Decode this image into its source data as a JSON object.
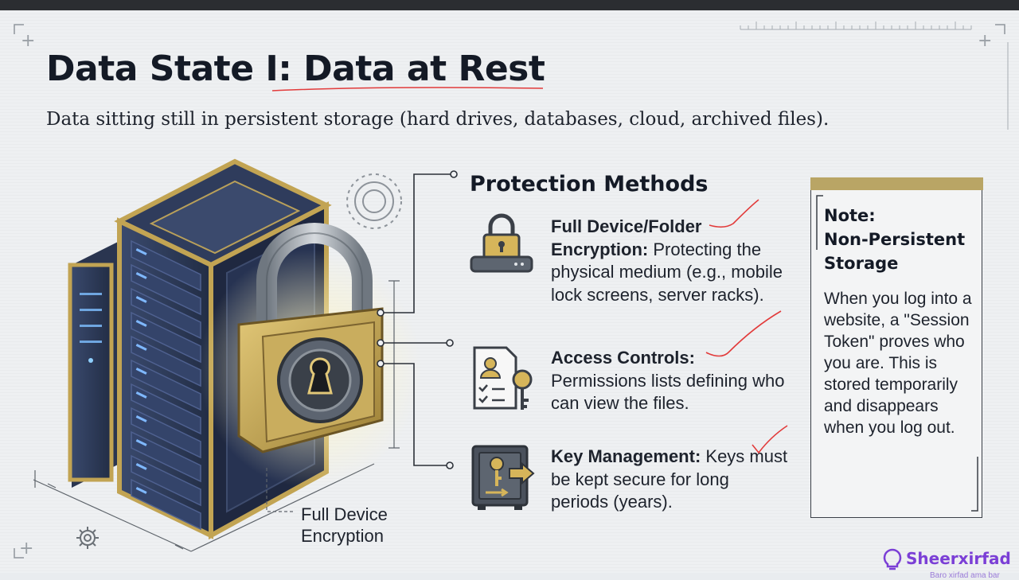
{
  "slide": {
    "title": "Data State I: Data at Rest",
    "subtitle": "Data sitting still in persistent storage (hard drives, databases, cloud, archived files).",
    "illustration_caption": [
      "Full Device",
      "Encryption"
    ]
  },
  "protection": {
    "title": "Protection Methods",
    "methods": [
      {
        "icon": "padlock-drive-icon",
        "heading_lines": [
          "Full Device/Folder",
          "Encryption:"
        ],
        "text": " Protecting the physical medium (e.g., mobile lock screens, server racks)."
      },
      {
        "icon": "checklist-key-icon",
        "heading_lines": [
          "Access Controls:"
        ],
        "text": " Permissions lists defining who can view the files."
      },
      {
        "icon": "safe-key-icon",
        "heading_lines": [
          "Key Management:"
        ],
        "text": " Keys must be kept secure for long periods (years)."
      }
    ]
  },
  "note": {
    "heading": [
      "Note:",
      "Non-Persistent",
      "Storage"
    ],
    "body": "When you log into a website, a \"Session Token\" proves who you are. This is stored temporarily and disappears when you log out."
  },
  "brand": {
    "name": "Sheerxirfad",
    "tagline": "Baro xirfad ama bar"
  },
  "colors": {
    "gold": "#c2a453",
    "server_navy": "#2d3a58",
    "annotation_red": "#e23b3b",
    "brand_purple": "#7b3fd6"
  }
}
